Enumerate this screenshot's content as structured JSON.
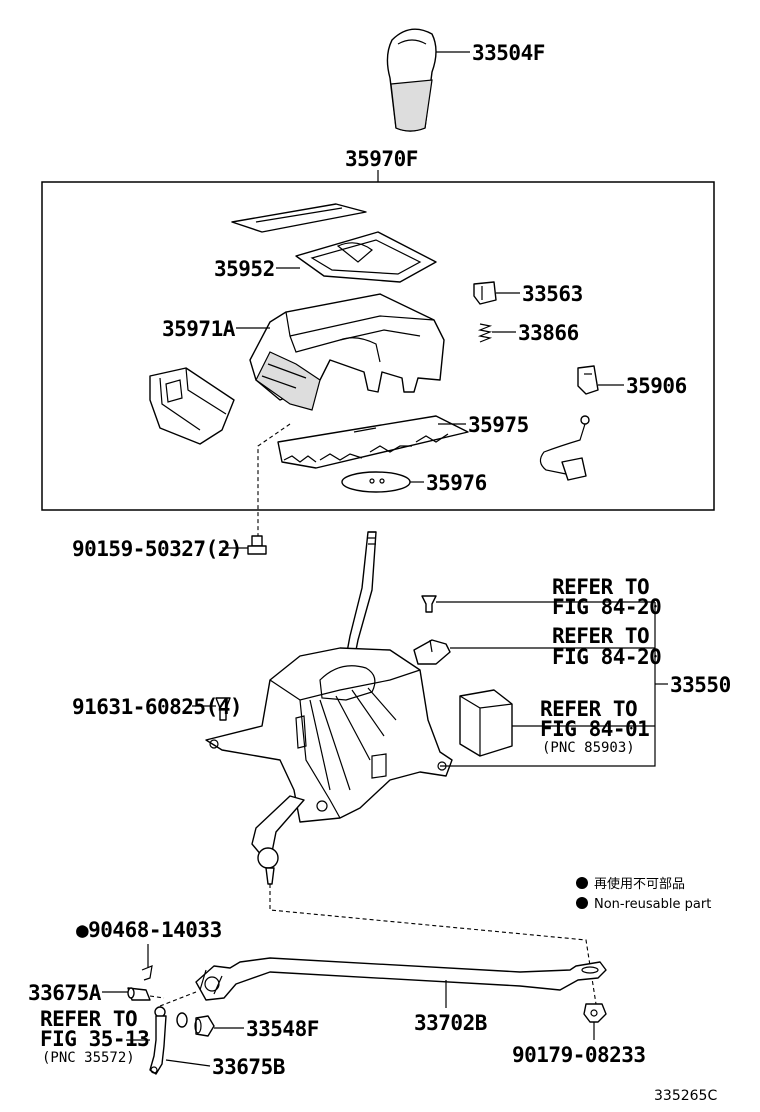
{
  "diagram_id": "335265C",
  "legend": {
    "japanese": "再使用不可部品",
    "english": "Non-reusable part"
  },
  "labels": {
    "shift_knob": "33504F",
    "assembly": "35970F",
    "plate": "35952",
    "insert": "33563",
    "housing": "35971A",
    "spring": "33866",
    "bracket": "35906",
    "cover_strip": "35975",
    "disc": "35976",
    "bolt_1": "90159-50327(2)",
    "bolt_2": "91631-60825(4)",
    "lever_assembly": "33550",
    "clip": "●90468-14033",
    "pin": "33675A",
    "bushing": "33548F",
    "lever": "33675B",
    "rod": "33702B",
    "nut": "90179-08233"
  },
  "refs": {
    "ref1": {
      "line1": "REFER TO",
      "line2": "FIG 84-20"
    },
    "ref2": {
      "line1": "REFER TO",
      "line2": "FIG 84-20"
    },
    "ref3": {
      "line1": "REFER TO",
      "line2": "FIG 84-01",
      "line3": "(PNC 85903)"
    },
    "ref4": {
      "line1": "REFER TO",
      "line2": "FIG 35-13",
      "line3": "(PNC 35572)"
    }
  }
}
